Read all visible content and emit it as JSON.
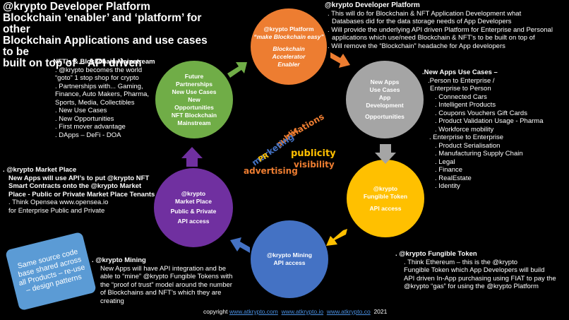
{
  "title": {
    "line1": "@krypto Developer Platform",
    "line2": "Blockchain ‘enabler’ and ‘platform’ for other",
    "line3": "Blockchain Applications and use cases to be",
    "line4": "built on top of – API driven"
  },
  "top_right": {
    "heading": "@krypto Developer Platform",
    "lines": [
      ". This will do for Blockchain & NFT Application Development what",
      "Databases did for the data storage needs of App Developers",
      ". Will provide the underlying API driven Platform for Enterprise and Personal",
      "applications which use/need Blockchain & NFT’s to be built on top of",
      ". Will remove the “Blockchain” headache for App developers"
    ]
  },
  "mainstream": {
    "heading": ". NFT’s & Blockchain Mainstream",
    "lines": [
      ". @krypto becomes the world",
      "“goto” 1 stop shop for crypto",
      ". Partnerships with... Gaming,",
      "Finance, Auto Makers, Pharma,",
      "Sports, Media, Collectibles",
      ". New Use Cases",
      ". New Opportunities",
      ". First mover advantage",
      ". DApps – DeFi - DOA"
    ]
  },
  "use_cases": {
    "heading": ".New Apps Use Cases –",
    "items": [
      ".Person to Enterprise /",
      " Enterprise to Person",
      ". Connected Cars",
      ". Intelligent Products",
      ". Coupons Vouchers Gift Cards",
      ". Product Validation Usage - Pharma",
      ". Workforce mobility",
      ". Enterprise to Enterprise",
      ". Product Serialisation",
      ". Manufacturing Supply Chain",
      ". Legal",
      ". Finance",
      ". RealEstate",
      ". Identity"
    ]
  },
  "market_place": {
    "heading": ". @krypto Market Place",
    "lines": [
      "New Apps will use API’s to  put @krypto NFT",
      "Smart  Contracts onto the @krypto Market",
      "Place  - Public or Private Market Place Tenants",
      ". Think  Opensea www.opensea.io",
      "for Enterprise Public and Private"
    ]
  },
  "mining": {
    "heading": ". @krypto Mining",
    "lines": [
      "New Apps will have API integration and be",
      "able to  “mine” @krypto Fungible Tokens with",
      "the “proof of trust” model around the number",
      " of Blockchains and NFT’s which they are",
      "creating"
    ]
  },
  "fungible": {
    "heading": ". @krypto Fungible Token",
    "lines": [
      ". Think Ethereum – this is the @krypto",
      "Fungible Token which App Developers  will  build",
      "API driven In-App purchasing using FIAT to pay the",
      "@krypto “gas” for using the  @krypto Platform"
    ]
  },
  "blue_box": "Same source code base shared across all Products – re-use – design patterns",
  "circles": {
    "platform": [
      "@krypto Platform",
      "“make Blockchain easy”",
      "Blockchain",
      "Accelerator",
      "Enabler"
    ],
    "apps": [
      "New Apps",
      "Use Cases",
      "App",
      "Development",
      "Opportunities"
    ],
    "fungible": [
      "@krypto",
      "Fungible Token",
      "API access"
    ],
    "mining": [
      "@krypto Mining",
      "API access"
    ],
    "market": [
      "@krypto",
      "Market Place",
      "Public & Private",
      "API access"
    ],
    "future": [
      "Future",
      "Partnerships",
      "New Use Cases",
      "New",
      "Opportunities",
      "NFT Blockchain",
      "Mainstream"
    ]
  },
  "word_cloud": {
    "words": [
      "relations",
      "public",
      "marketing",
      "PR",
      "publicity",
      "visibility",
      "advertising"
    ]
  },
  "footer": {
    "prefix": "copyright ",
    "link1": "www.atkrypto.com",
    "link2": "www.atkrypto.io",
    "link3": "www.atkrypto.co",
    "year": "2021"
  },
  "colors": {
    "platform": "#ed7d31",
    "apps": "#a5a5a5",
    "fungible": "#ffc000",
    "mining": "#4472c4",
    "market": "#7030a0",
    "future": "#70ad47"
  }
}
